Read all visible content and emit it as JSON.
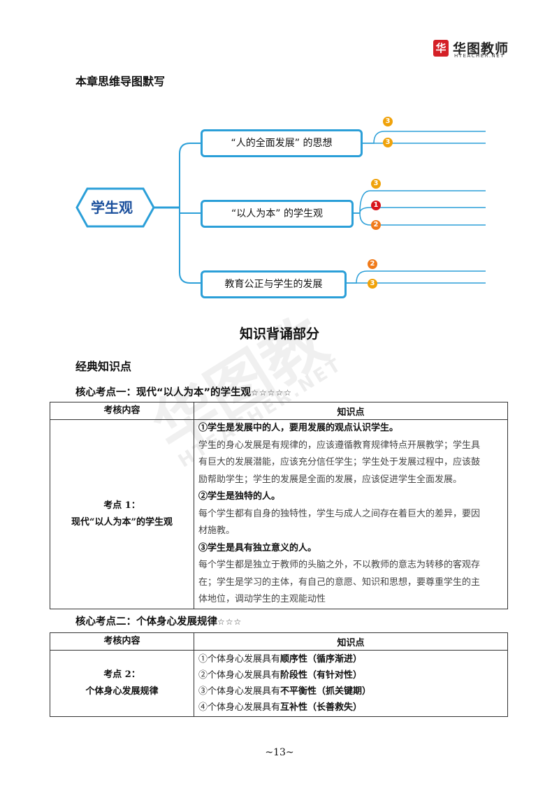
{
  "header": {
    "logo_mark": "华",
    "logo_text": "华图教师",
    "logo_sub": "HTEACHER.NET"
  },
  "mindmap": {
    "title": "本章思维导图默写",
    "root": "学生观",
    "nodes": [
      {
        "label": "“人的全面发展” 的思想",
        "badges": [
          "3",
          "3"
        ]
      },
      {
        "label": "“以人为本” 的学生观",
        "badges": [
          "3",
          "1",
          "2"
        ]
      },
      {
        "label": "教育公正与学生的发展",
        "badges": [
          "2",
          "3"
        ]
      }
    ]
  },
  "section_title": "知识背诵部分",
  "sub_title": "经典知识点",
  "core1": {
    "title": "核心考点一：现代“以人为本”的学生观",
    "stars": "☆☆☆☆☆",
    "headers": [
      "考核内容",
      "知识点"
    ],
    "left_line1": "考点 1：",
    "left_line2": "现代“以人为本”的学生观",
    "lines": [
      {
        "text": "①学生是发展中的人，要用发展的观点认识学生。",
        "bold": true
      },
      {
        "text": "学生的身心发展是有规律的，应该遵循教育规律特点开展教学；学生具",
        "bold": false
      },
      {
        "text": "有巨大的发展潜能，应该充分信任学生；学生处于发展过程中，应该鼓",
        "bold": false
      },
      {
        "text": "励帮助学生；学生的发展是全面的发展，应该促进学生全面发展。",
        "bold": false
      },
      {
        "text": "②学生是独特的人。",
        "bold": true
      },
      {
        "text": "每个学生都有自身的独特性，学生与成人之间存在着巨大的差异，要因",
        "bold": false
      },
      {
        "text": "材施教。",
        "bold": false
      },
      {
        "text": "③学生是具有独立意义的人。",
        "bold": true
      },
      {
        "text": "每个学生都是独立于教师的头脑之外，不以教师的意志为转移的客观存",
        "bold": false
      },
      {
        "text": "在；学生是学习的主体，有自己的意愿、知识和思想，要尊重学生的主",
        "bold": false
      },
      {
        "text": "体地位，调动学生的主观能动性",
        "bold": false
      }
    ]
  },
  "core2": {
    "title": "核心考点二：个体身心发展规律",
    "stars": "☆☆☆",
    "headers": [
      "考核内容",
      "知识点"
    ],
    "left_line1": "考点 2：",
    "left_line2": "个体身心发展规律",
    "items": [
      {
        "prefix": "①个体身心发展具有",
        "key": "顺序性",
        "paren": "（循序渐进）"
      },
      {
        "prefix": "②个体身心发展具有",
        "key": "阶段性",
        "paren": "（有针对性）"
      },
      {
        "prefix": "③个体身心发展具有",
        "key": "不平衡性",
        "paren": "（抓关键期）"
      },
      {
        "prefix": "④个体身心发展具有",
        "key": "互补性",
        "paren": "（长善救失）"
      }
    ]
  },
  "watermark": "华图教",
  "watermark_sub": "HTEACHER.NET",
  "page_number": "~13~"
}
